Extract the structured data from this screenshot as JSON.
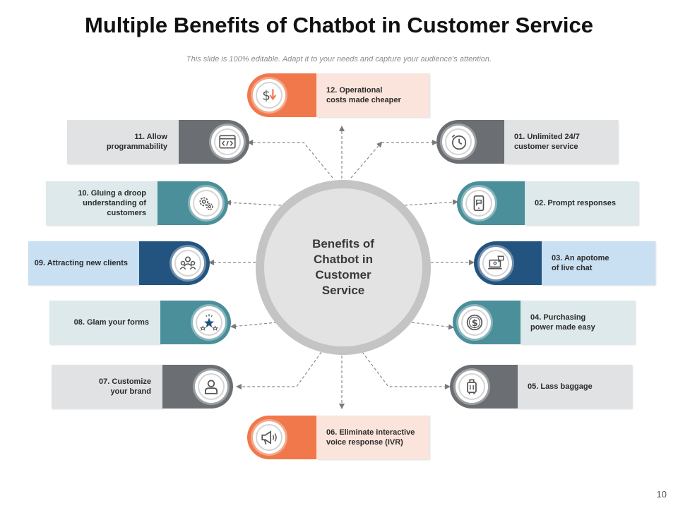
{
  "title": "Multiple Benefits of Chatbot in Customer Service",
  "subtitle": "This slide is 100% editable. Adapt it to your needs and capture your audience's attention.",
  "page_number": "10",
  "hub": {
    "label": "Benefits of\nChatbot in\nCustomer\nService"
  },
  "benefits": [
    {
      "label": "01. Unlimited 24/7\ncustomer service",
      "icon": "clock-icon",
      "pill_color": "#6b6f73"
    },
    {
      "label": "02. Prompt responses",
      "icon": "chat-phone-icon",
      "pill_color": "#4a8f9a"
    },
    {
      "label": "03. An apotome\nof live chat",
      "icon": "laptop-chat-icon",
      "pill_color": "#235480"
    },
    {
      "label": "04. Purchasing\npower made easy",
      "icon": "dollar-coin-icon",
      "pill_color": "#4a8f9a"
    },
    {
      "label": "05. Lass baggage",
      "icon": "luggage-icon",
      "pill_color": "#6b6f73"
    },
    {
      "label": "06. Eliminate interactive\nvoice response (IVR)",
      "icon": "megaphone-icon",
      "pill_color": "#f0784b"
    },
    {
      "label": "07. Customize\nyour brand",
      "icon": "user-icon",
      "pill_color": "#6b6f73"
    },
    {
      "label": "08. Glam your forms",
      "icon": "stars-icon",
      "pill_color": "#4a8f9a"
    },
    {
      "label": "09. Attracting new clients",
      "icon": "people-icon",
      "pill_color": "#235480"
    },
    {
      "label": "10. Gluing a droop\nunderstanding of\ncustomers",
      "icon": "gears-icon",
      "pill_color": "#4a8f9a"
    },
    {
      "label": "11. Allow\nprogrammability",
      "icon": "code-window-icon",
      "pill_color": "#6b6f73"
    },
    {
      "label": "12. Operational\ncosts made cheaper",
      "icon": "dollar-down-icon",
      "pill_color": "#f0784b"
    }
  ]
}
